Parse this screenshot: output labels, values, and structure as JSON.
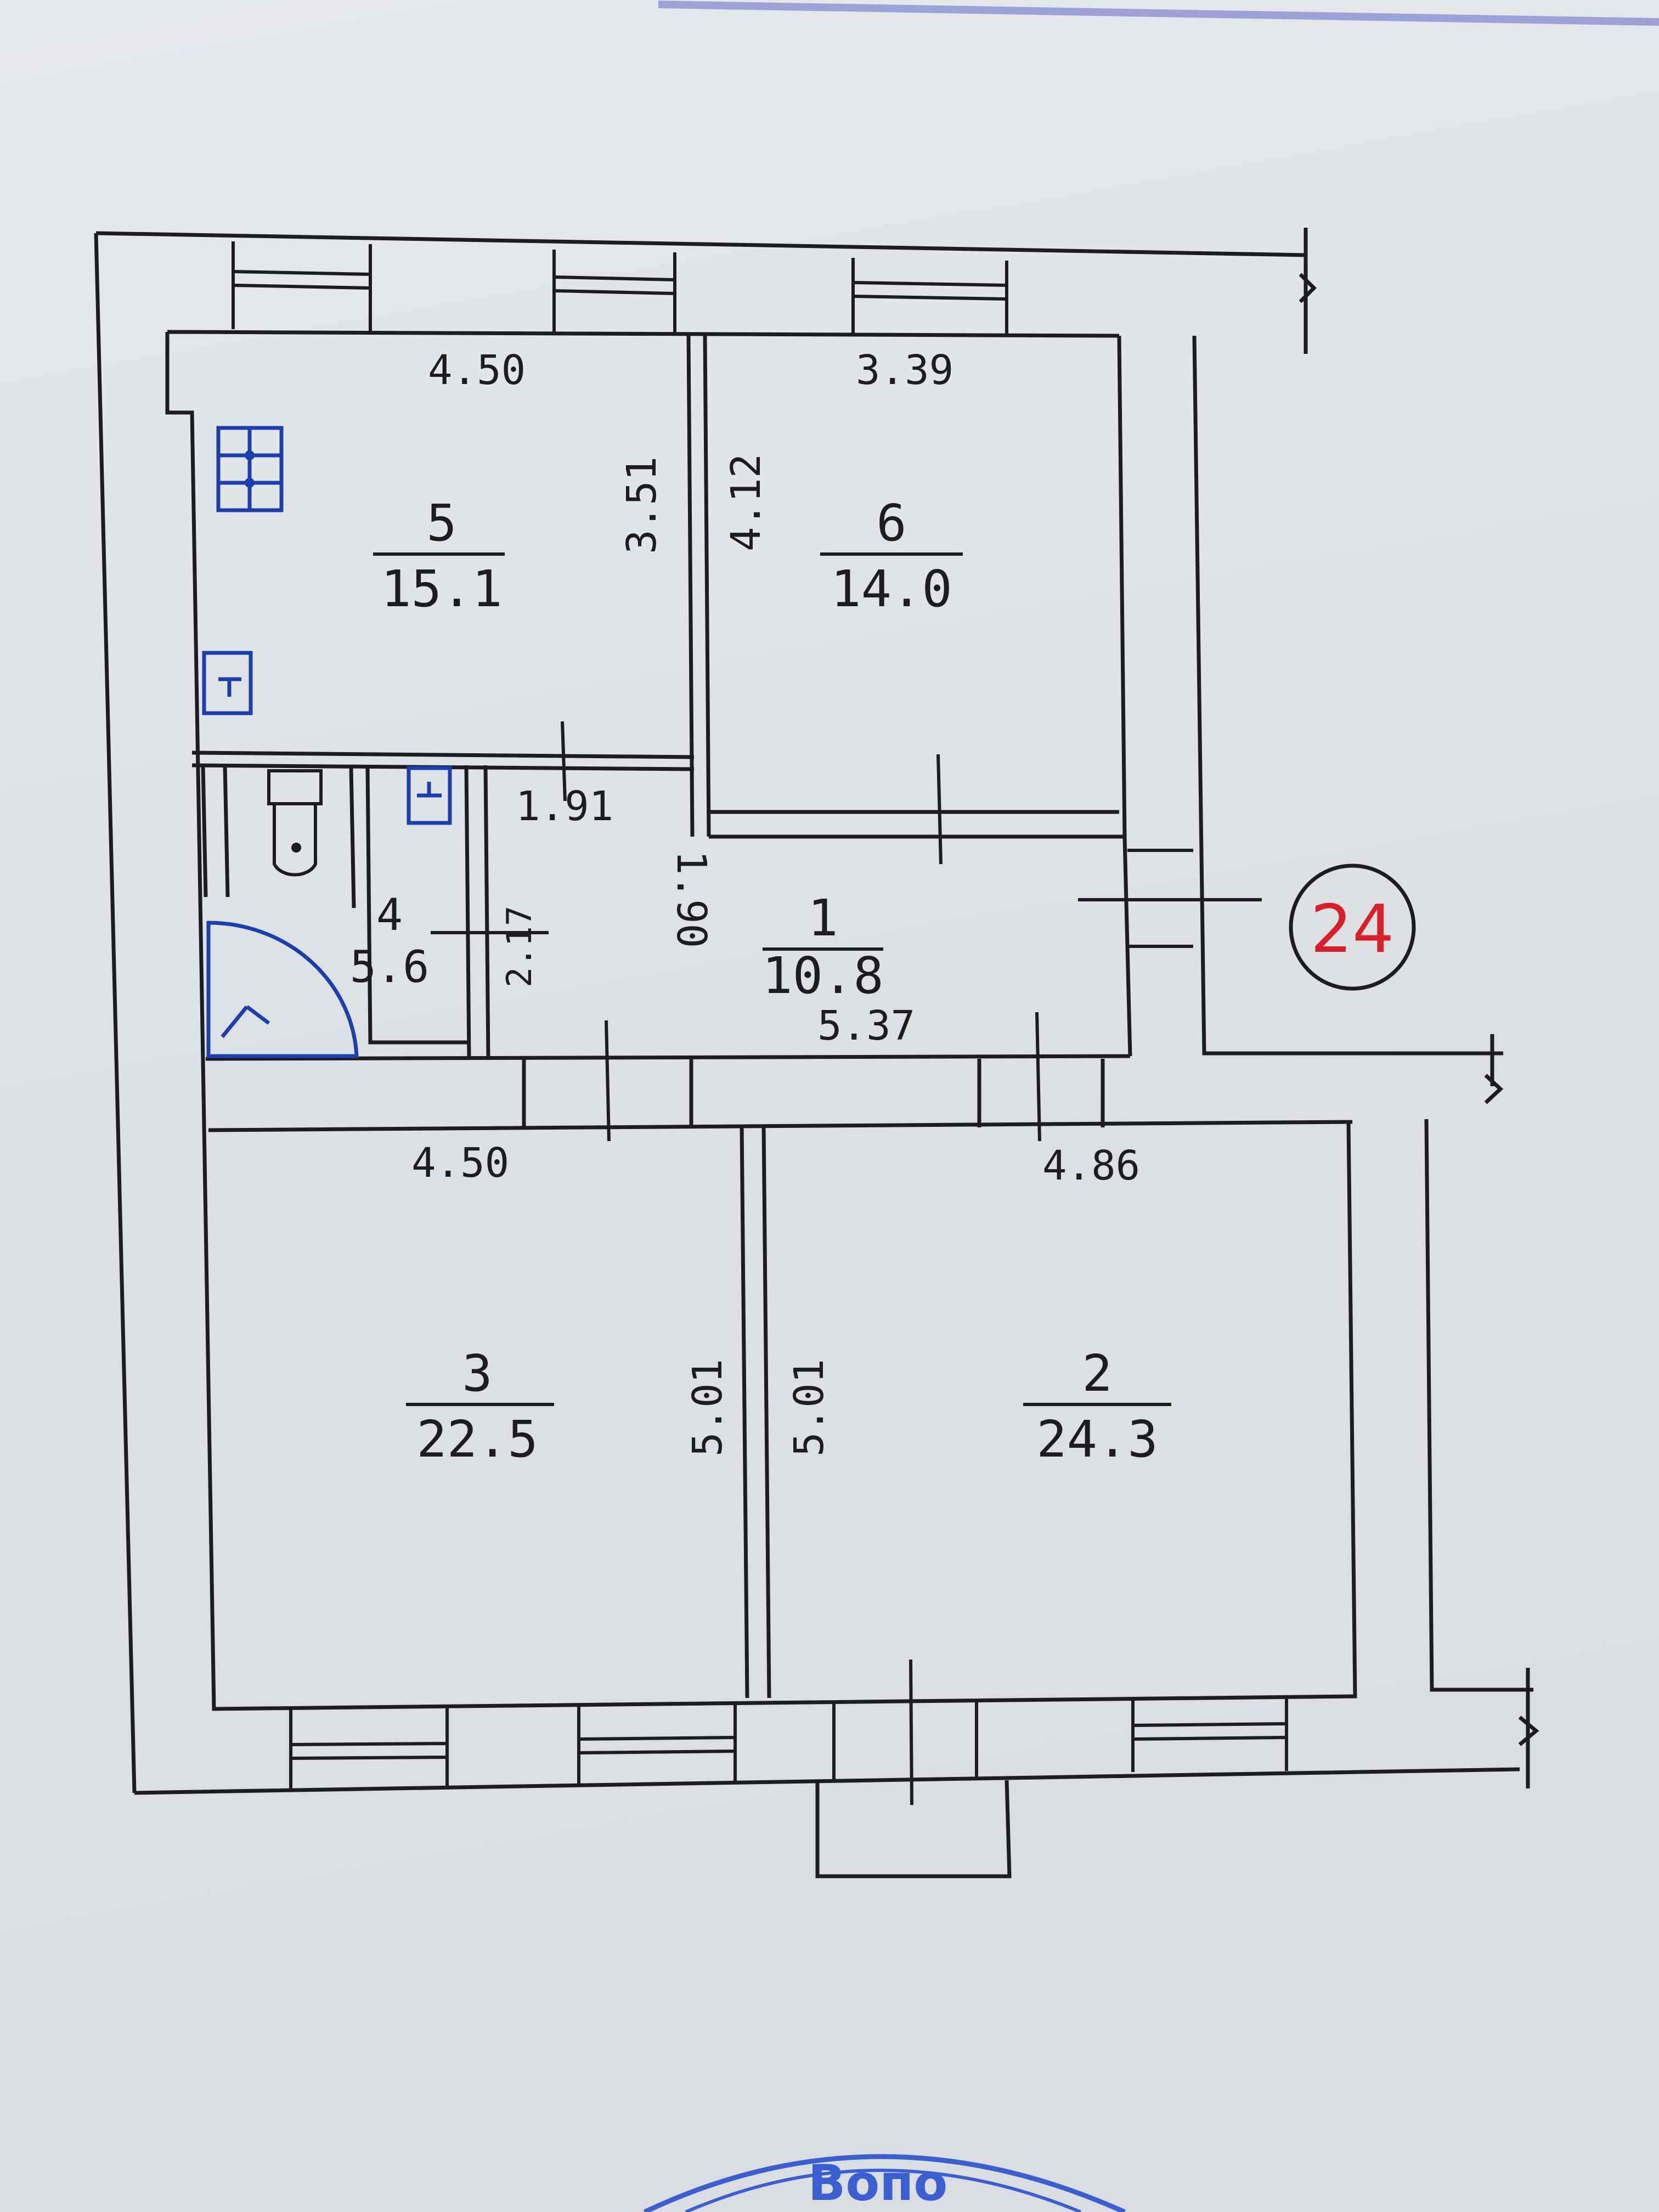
{
  "rooms": [
    {
      "number": "5",
      "area": "15.1"
    },
    {
      "number": "6",
      "area": "14.0"
    },
    {
      "number": "1",
      "area": "10.8"
    },
    {
      "number": "4",
      "area": "5.6"
    },
    {
      "number": "3",
      "area": "22.5"
    },
    {
      "number": "2",
      "area": "24.3"
    }
  ],
  "dimensions": {
    "room5_width": "4.50",
    "room5_height": "3.51",
    "room6_width": "3.39",
    "room6_height": "4.12",
    "hall_width": "1.91",
    "hall_depth": "1.90",
    "hall_length": "5.37",
    "bath_height": "2.17",
    "room3_width": "4.50",
    "room3_height": "5.01",
    "room2_width": "4.86",
    "room2_height": "5.01"
  },
  "apartment_mark": "24",
  "stamp_text": "Вопо",
  "colors": {
    "ink": "#1c1c22",
    "fixtures": "#1d3fae",
    "mark": "#d81e28",
    "stamp": "#3b5fd0"
  }
}
